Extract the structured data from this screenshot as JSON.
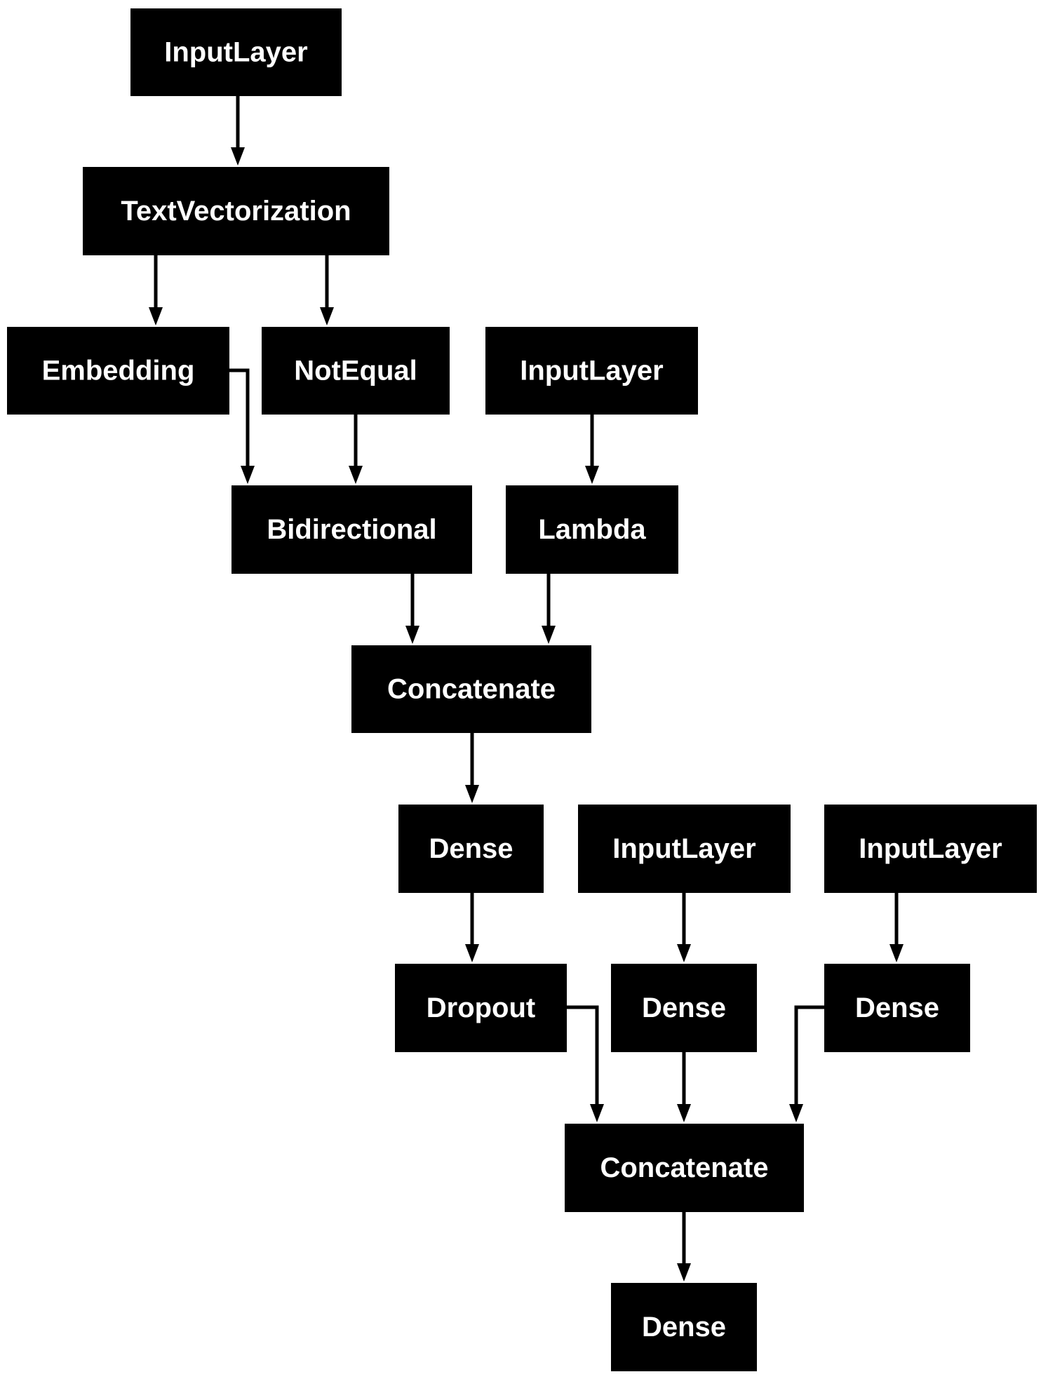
{
  "nodes": [
    {
      "id": "input1",
      "label": "InputLayer"
    },
    {
      "id": "textvec",
      "label": "TextVectorization"
    },
    {
      "id": "embedding",
      "label": "Embedding"
    },
    {
      "id": "notequal",
      "label": "NotEqual"
    },
    {
      "id": "input2",
      "label": "InputLayer"
    },
    {
      "id": "bidirectional",
      "label": "Bidirectional"
    },
    {
      "id": "lambda",
      "label": "Lambda"
    },
    {
      "id": "concat1",
      "label": "Concatenate"
    },
    {
      "id": "dense1",
      "label": "Dense"
    },
    {
      "id": "input3",
      "label": "InputLayer"
    },
    {
      "id": "input4",
      "label": "InputLayer"
    },
    {
      "id": "dropout",
      "label": "Dropout"
    },
    {
      "id": "dense2",
      "label": "Dense"
    },
    {
      "id": "dense3",
      "label": "Dense"
    },
    {
      "id": "concat2",
      "label": "Concatenate"
    },
    {
      "id": "dense4",
      "label": "Dense"
    }
  ],
  "edges": [
    {
      "from": "input1",
      "to": "textvec"
    },
    {
      "from": "textvec",
      "to": "embedding"
    },
    {
      "from": "textvec",
      "to": "notequal"
    },
    {
      "from": "embedding",
      "to": "bidirectional"
    },
    {
      "from": "notequal",
      "to": "bidirectional"
    },
    {
      "from": "input2",
      "to": "lambda"
    },
    {
      "from": "bidirectional",
      "to": "concat1"
    },
    {
      "from": "lambda",
      "to": "concat1"
    },
    {
      "from": "concat1",
      "to": "dense1"
    },
    {
      "from": "dense1",
      "to": "dropout"
    },
    {
      "from": "input3",
      "to": "dense2"
    },
    {
      "from": "input4",
      "to": "dense3"
    },
    {
      "from": "dropout",
      "to": "concat2"
    },
    {
      "from": "dense2",
      "to": "concat2"
    },
    {
      "from": "dense3",
      "to": "concat2"
    },
    {
      "from": "concat2",
      "to": "dense4"
    }
  ]
}
